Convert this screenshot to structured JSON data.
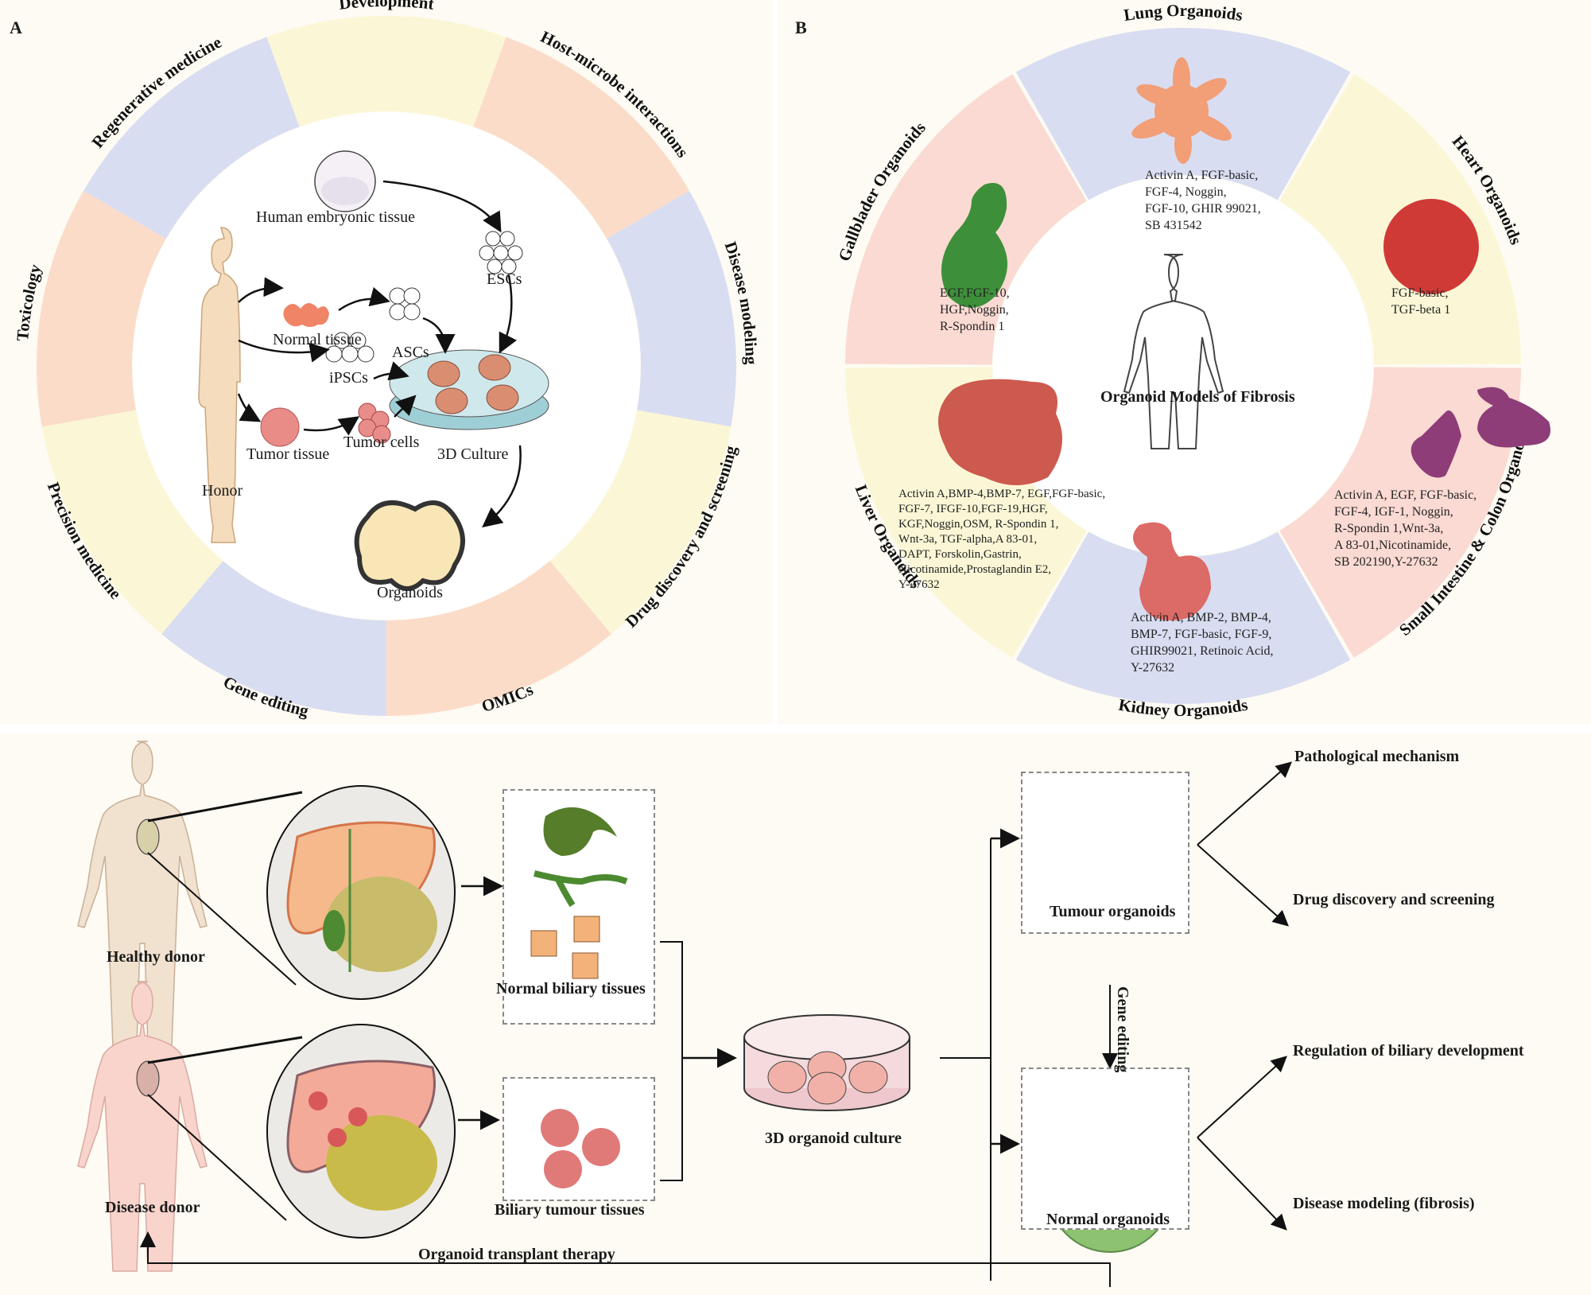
{
  "panelA": {
    "letter": "A",
    "applications": [
      {
        "label": "Development",
        "color": "#fbf7d6"
      },
      {
        "label": "Host-microbe interactions",
        "color": "#fbdcc9"
      },
      {
        "label": "Disease modeling",
        "color": "#d9ddf1"
      },
      {
        "label": "Drug discovery and screening",
        "color": "#fbf7d6"
      },
      {
        "label": "OMICs",
        "color": "#fbdcc9"
      },
      {
        "label": "Gene editing",
        "color": "#d9ddf1"
      },
      {
        "label": "Precision medicine",
        "color": "#fbf7d6"
      },
      {
        "label": "Toxicology",
        "color": "#fbdcc9"
      },
      {
        "label": "Regenerative medicine",
        "color": "#d9ddf1"
      }
    ],
    "center": {
      "human_embryonic_tissue": "Human embryonic tissue",
      "escs": "ESCs",
      "normal_tissue": "Normal tissue",
      "ascs": "ASCs",
      "ipscs": "iPSCs",
      "tumor_tissue": "Tumor tissue",
      "tumor_cells": "Tumor cells",
      "culture": "3D Culture",
      "honor": "Honor",
      "organoids": "Organoids"
    }
  },
  "panelB": {
    "letter": "B",
    "center_title": "Organoid Models of Fibrosis",
    "organoids": [
      {
        "name": "Lung Organoids",
        "color": "#d9ddf1",
        "shape_color": "#f29e76",
        "factors": "Activin A, FGF-basic,\nFGF-4, Noggin,\nFGF-10, GHIR 99021,\nSB 431542"
      },
      {
        "name": "Heart Organoids",
        "color": "#fbf7d6",
        "shape_color": "#d03a36",
        "factors": "FGF-basic,\nTGF-beta 1"
      },
      {
        "name": "Small Intestine & Colon Organoids",
        "color": "#fadad2",
        "shape_color": "#8e3d78",
        "factors": "Activin A, EGF, FGF-basic,\nFGF-4, IGF-1, Noggin,\nR-Spondin 1,Wnt-3a,\nA 83-01,Nicotinamide,\nSB 202190,Y-27632"
      },
      {
        "name": "Kidney Organoids",
        "color": "#d9ddf1",
        "shape_color": "#dc6a66",
        "factors": "Activin A, BMP-2, BMP-4,\nBMP-7, FGF-basic, FGF-9,\nGHIR99021, Retinoic Acid,\nY-27632"
      },
      {
        "name": "Liver Organoids",
        "color": "#fbf7d6",
        "shape_color": "#cd5a4f",
        "factors": "Activin A,BMP-4,BMP-7, EGF,FGF-basic,\nFGF-7, IFGF-10,FGF-19,HGF,\nKGF,Noggin,OSM, R-Spondin 1,\nWnt-3a, TGF-alpha,A 83-01,\nDAPT, Forskolin,Gastrin,\nNicotinamide,Prostaglandin E2,\nY-27632"
      },
      {
        "name": "Gallblader Organoids",
        "color": "#fadad2",
        "shape_color": "#3e8f3a",
        "factors": "EGF,FGF-10,\nHGF,Noggin,\nR-Spondin 1"
      }
    ]
  },
  "panelC": {
    "healthy_donor": "Healthy donor",
    "disease_donor": "Disease donor",
    "normal_biliary_tissues": "Normal biliary tissues",
    "biliary_tumour_tissues": "Biliary tumour tissues",
    "culture": "3D organoid culture",
    "tumour_organoids": "Tumour organoids",
    "normal_organoids": "Normal organoids",
    "gene_editing": "Gene editing",
    "transplant": "Organoid transplant therapy",
    "outcomes_tumour": [
      "Pathological mechanism",
      "Drug discovery and screening"
    ],
    "outcomes_normal": [
      "Regulation of biliary development",
      "Disease modeling (fibrosis)"
    ]
  }
}
